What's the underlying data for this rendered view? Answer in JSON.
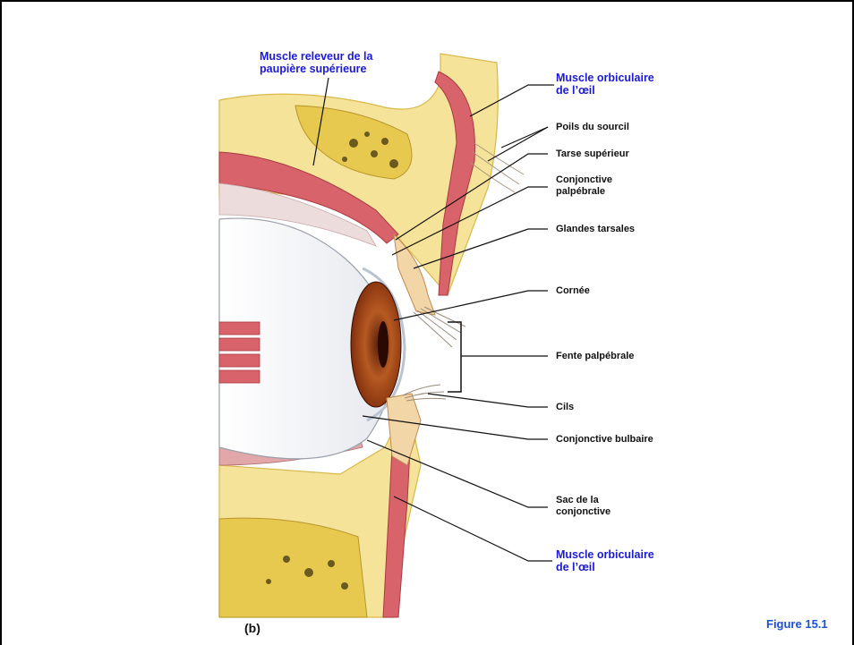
{
  "labels": {
    "levator": "Muscle releveur de la\npaupière supérieure",
    "orbicularis_top": "Muscle orbiculaire\nde l’œil",
    "eyebrow": "Poils du sourcil",
    "tarsal_plate": "Tarse supérieur",
    "palpebral_conj": "Conjonctive\npalpébrale",
    "tarsal_glands": "Glandes tarsales",
    "cornea": "Cornée",
    "fissure": "Fente palpébrale",
    "lashes": "Cils",
    "bulbar_conj": "Conjonctive bulbaire",
    "sac": "Sac de la\nconjonctive",
    "orbicularis_bottom": "Muscle orbiculaire\nde l’œil"
  },
  "panel_letter": "(b)",
  "figure_caption": "Figure 15.1",
  "colors": {
    "label_blue": "#1a1ad6",
    "caption_blue": "#1a4fd6",
    "bone": "#f3dc86",
    "muscle": "#d9636a",
    "sclera": "#f4f4f6",
    "iris": "#a44a1c"
  }
}
